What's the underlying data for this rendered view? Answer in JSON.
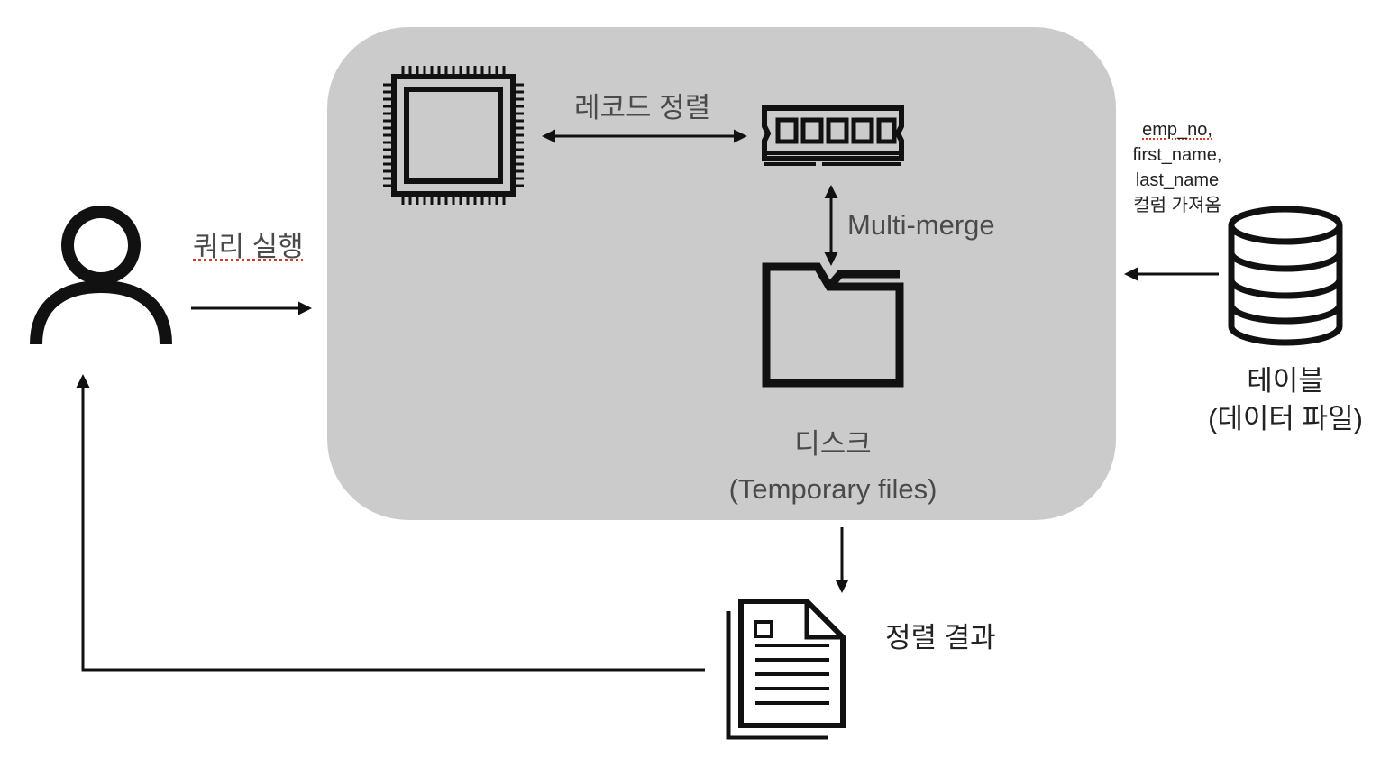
{
  "labels": {
    "query_run": "쿼리 실행",
    "record_sort": "레코드 정렬",
    "multi_merge": "Multi-merge",
    "disk_line1": "디스크",
    "disk_line2": "(Temporary files)",
    "columns_line1": "emp_no,",
    "columns_line2": "first_name,",
    "columns_line3": "last_name",
    "columns_line4": "컬럼 가져옴",
    "table_line1": "테이블",
    "table_line2": "(데이터 파일)",
    "sort_result": "정렬 결과"
  },
  "icons": {
    "user": "user-icon",
    "cpu": "cpu-chip-icon",
    "memory": "memory-ram-icon",
    "disk": "folder-icon",
    "table": "database-icon",
    "result": "documents-icon"
  },
  "colors": {
    "panel": "#cbcbcb",
    "stroke": "#111111",
    "spellcheck": "#d23a2a"
  }
}
